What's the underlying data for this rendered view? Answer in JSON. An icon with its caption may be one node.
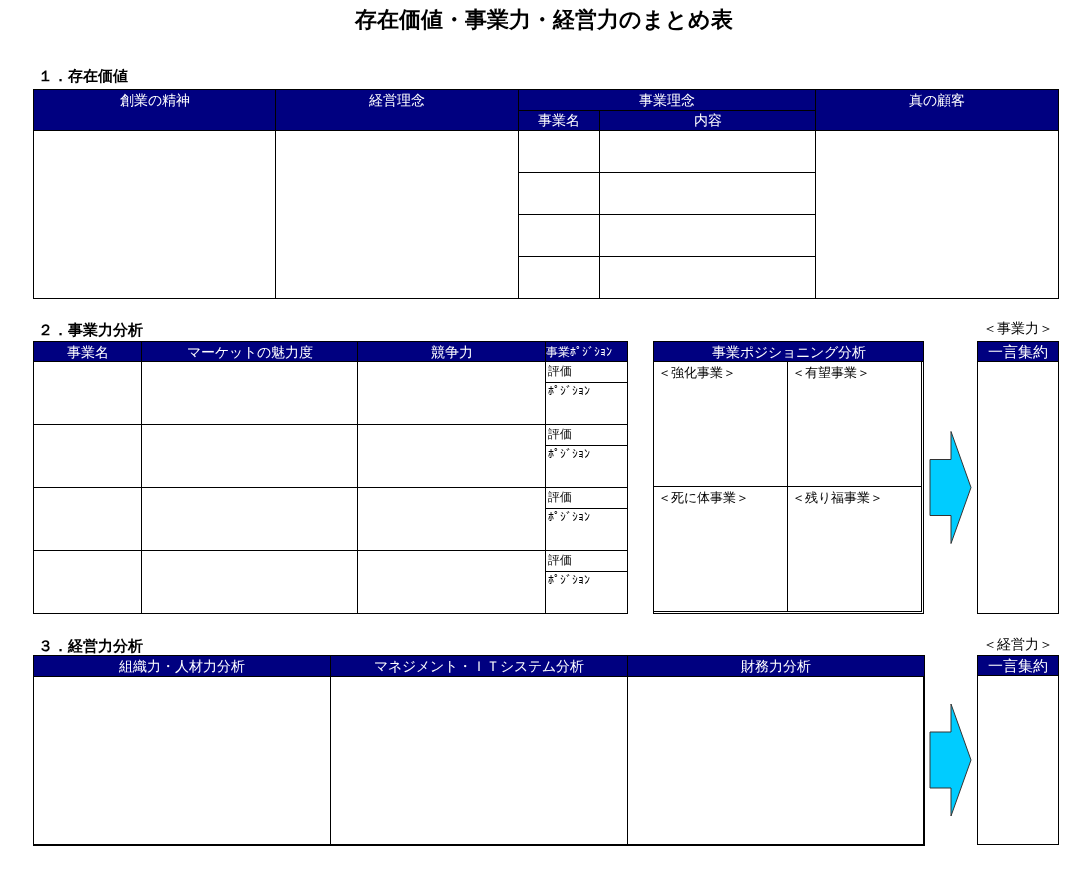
{
  "diagram": {
    "title": "存在価値・事業力・経営力のまとめ表",
    "nodes": [
      {
        "text": [
          "事業ポジショニング分析"
        ]
      },
      {
        "text": [
          "＜強化事業＞"
        ],
        "in": 0
      },
      {
        "text": [
          "＜有望事業＞"
        ],
        "in": 0
      },
      {
        "text": [
          "＜死に体事業＞"
        ],
        "in": 0
      },
      {
        "text": [
          "＜残り福事業＞"
        ],
        "in": 0
      },
      {
        "text": [
          "一言集約"
        ],
        "beside": [
          "＜事業力＞"
        ]
      },
      {
        "text": [
          "組織力・人材力分析",
          "マネジメント・ＩＴシステム分析",
          "財務力分析"
        ]
      },
      {
        "text": [
          "一言集約"
        ],
        "beside": [
          "＜経営力＞"
        ]
      }
    ],
    "edges": [
      {
        "from": 0,
        "to": 5,
        "arrow": "to"
      },
      {
        "from": 6,
        "to": 7,
        "arrow": "to"
      }
    ],
    "labels": [
      "１．存在価値",
      "創業の精神",
      "経営理念",
      "事業理念",
      "真の顧客",
      "事業名",
      "内容",
      "２．事業力分析",
      "事業名",
      "マーケットの魅力度",
      "競争力",
      "事業ﾎﾟｼﾞｼｮﾝ",
      "評価",
      "ﾎﾟｼﾞｼｮﾝ",
      "評価",
      "ﾎﾟｼﾞｼｮﾝ",
      "評価",
      "ﾎﾟｼﾞｼｮﾝ",
      "評価",
      "ﾎﾟｼﾞｼｮﾝ",
      "３．経営力分析"
    ]
  }
}
